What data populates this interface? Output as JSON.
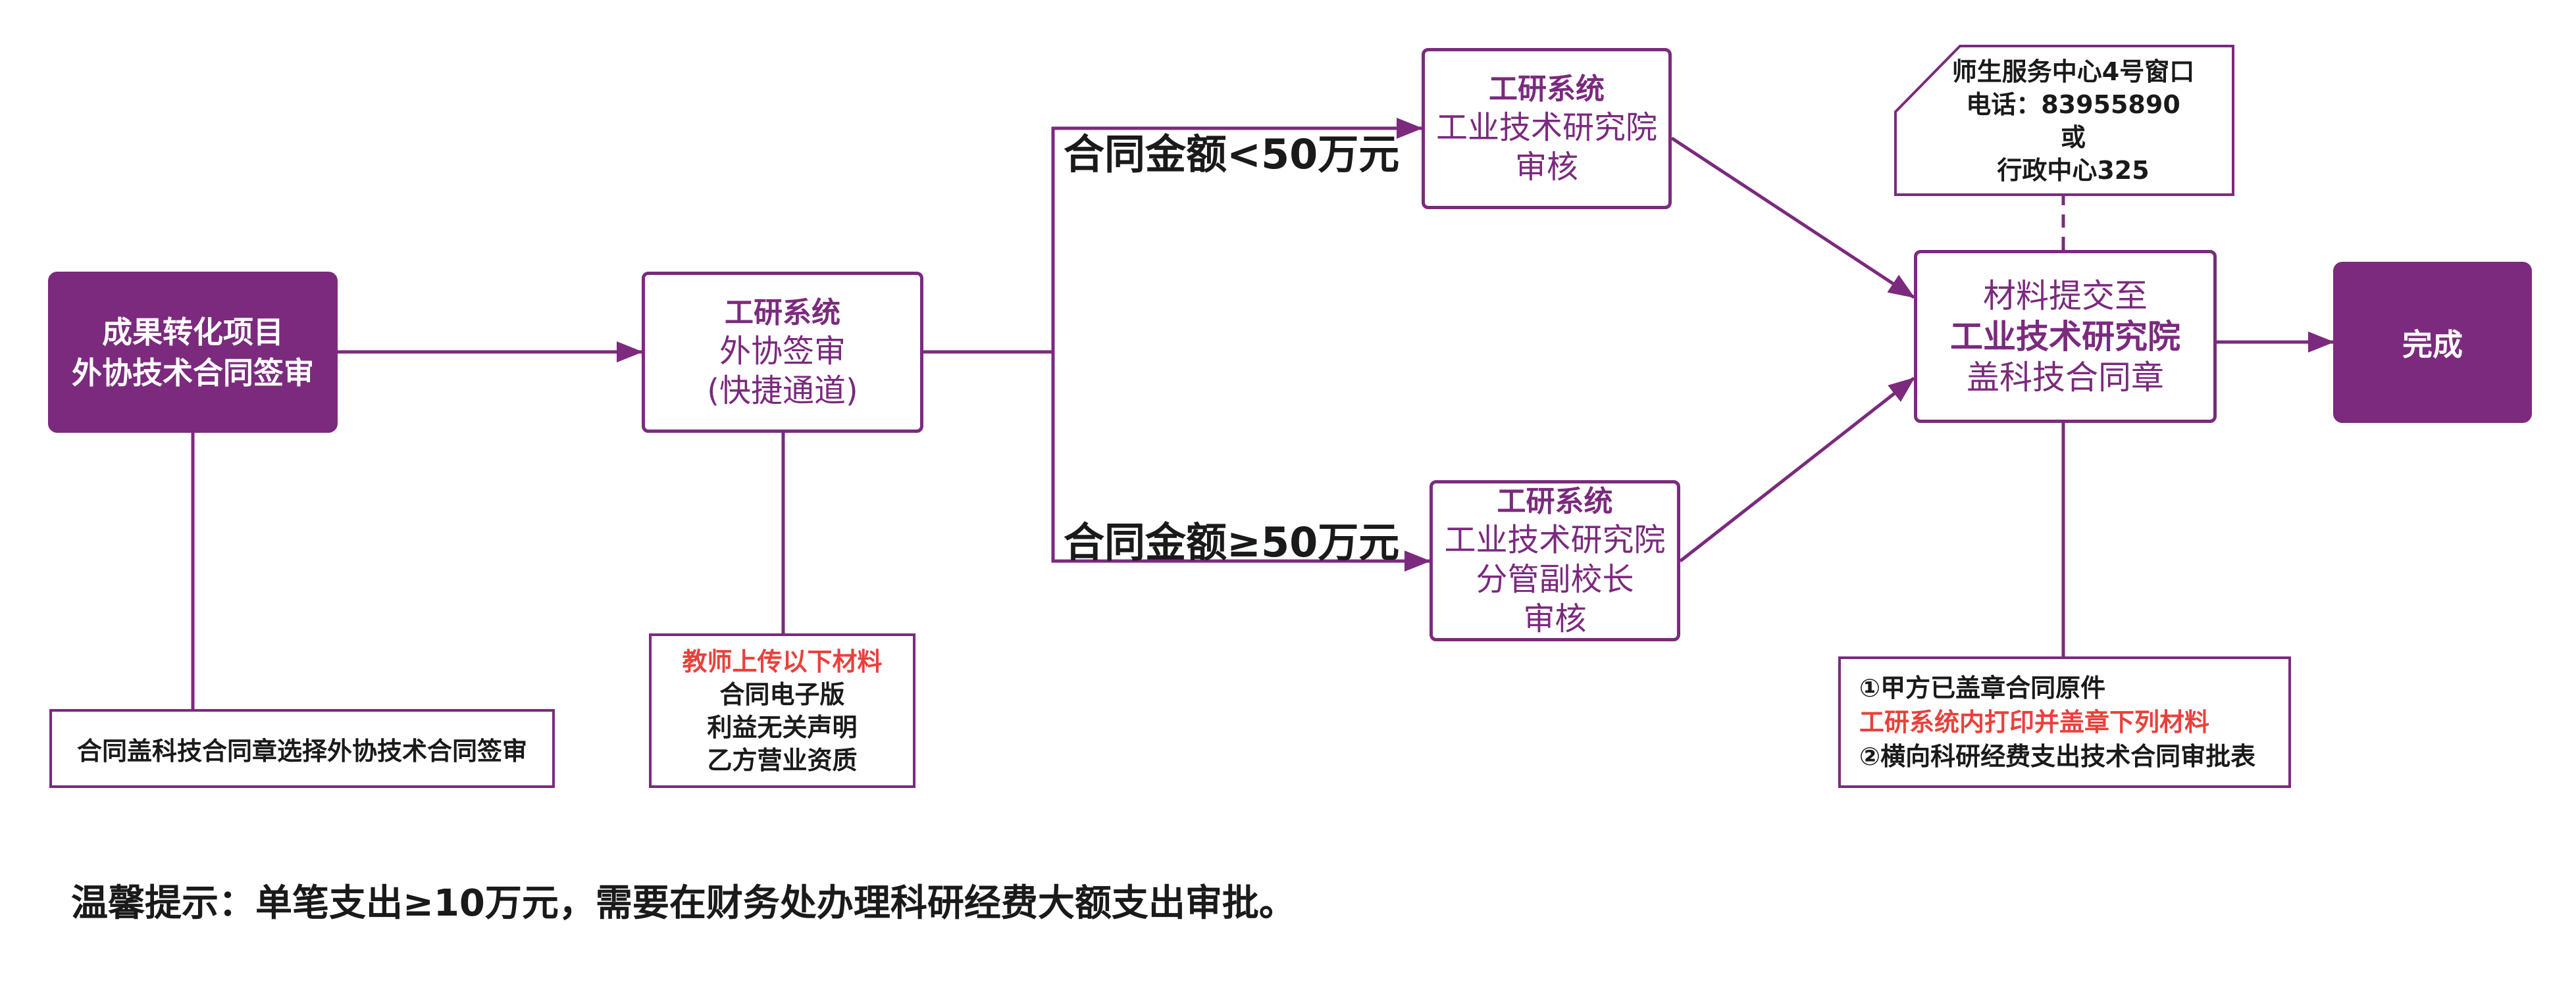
{
  "colors": {
    "primary": "#7b2a7e",
    "text": "#1a1a1a",
    "highlight": "#e8413c",
    "background": "#ffffff"
  },
  "start": {
    "line1": "成果转化项目",
    "line2": "外协技术合同签审"
  },
  "start_note": {
    "text": "合同盖科技合同章选择外协技术合同签审"
  },
  "step_external_review": {
    "system": "工研系统",
    "line1": "外协签审",
    "line2": "(快捷通道)"
  },
  "upload_note": {
    "heading": "教师上传以下材料",
    "items": [
      "合同电子版",
      "利益无关声明",
      "乙方营业资质"
    ]
  },
  "branch_low": {
    "label": "合同金额<50万元"
  },
  "branch_high": {
    "label": "合同金额≥50万元"
  },
  "step_institute_review": {
    "system": "工研系统",
    "line1": "工业技术研究院",
    "line2": "审核"
  },
  "step_vice_president_review": {
    "system": "工研系统",
    "line1": "工业技术研究院",
    "line2": "分管副校长",
    "line3": "审核"
  },
  "contact_note": {
    "line1": "师生服务中心4号窗口",
    "line2": "电话：83955890",
    "line3": "或",
    "line4": "行政中心325"
  },
  "step_submit": {
    "line1": "材料提交至",
    "line2": "工业技术研究院",
    "line3": "盖科技合同章"
  },
  "materials_note": {
    "item1": "①甲方已盖章合同原件",
    "item2": "工研系统内打印并盖章下列材料",
    "item3": "②横向科研经费支出技术合同审批表"
  },
  "end": {
    "label": "完成"
  },
  "tip": {
    "text": "温馨提示：单笔支出≥10万元，需要在财务处办理科研经费大额支出审批。"
  }
}
